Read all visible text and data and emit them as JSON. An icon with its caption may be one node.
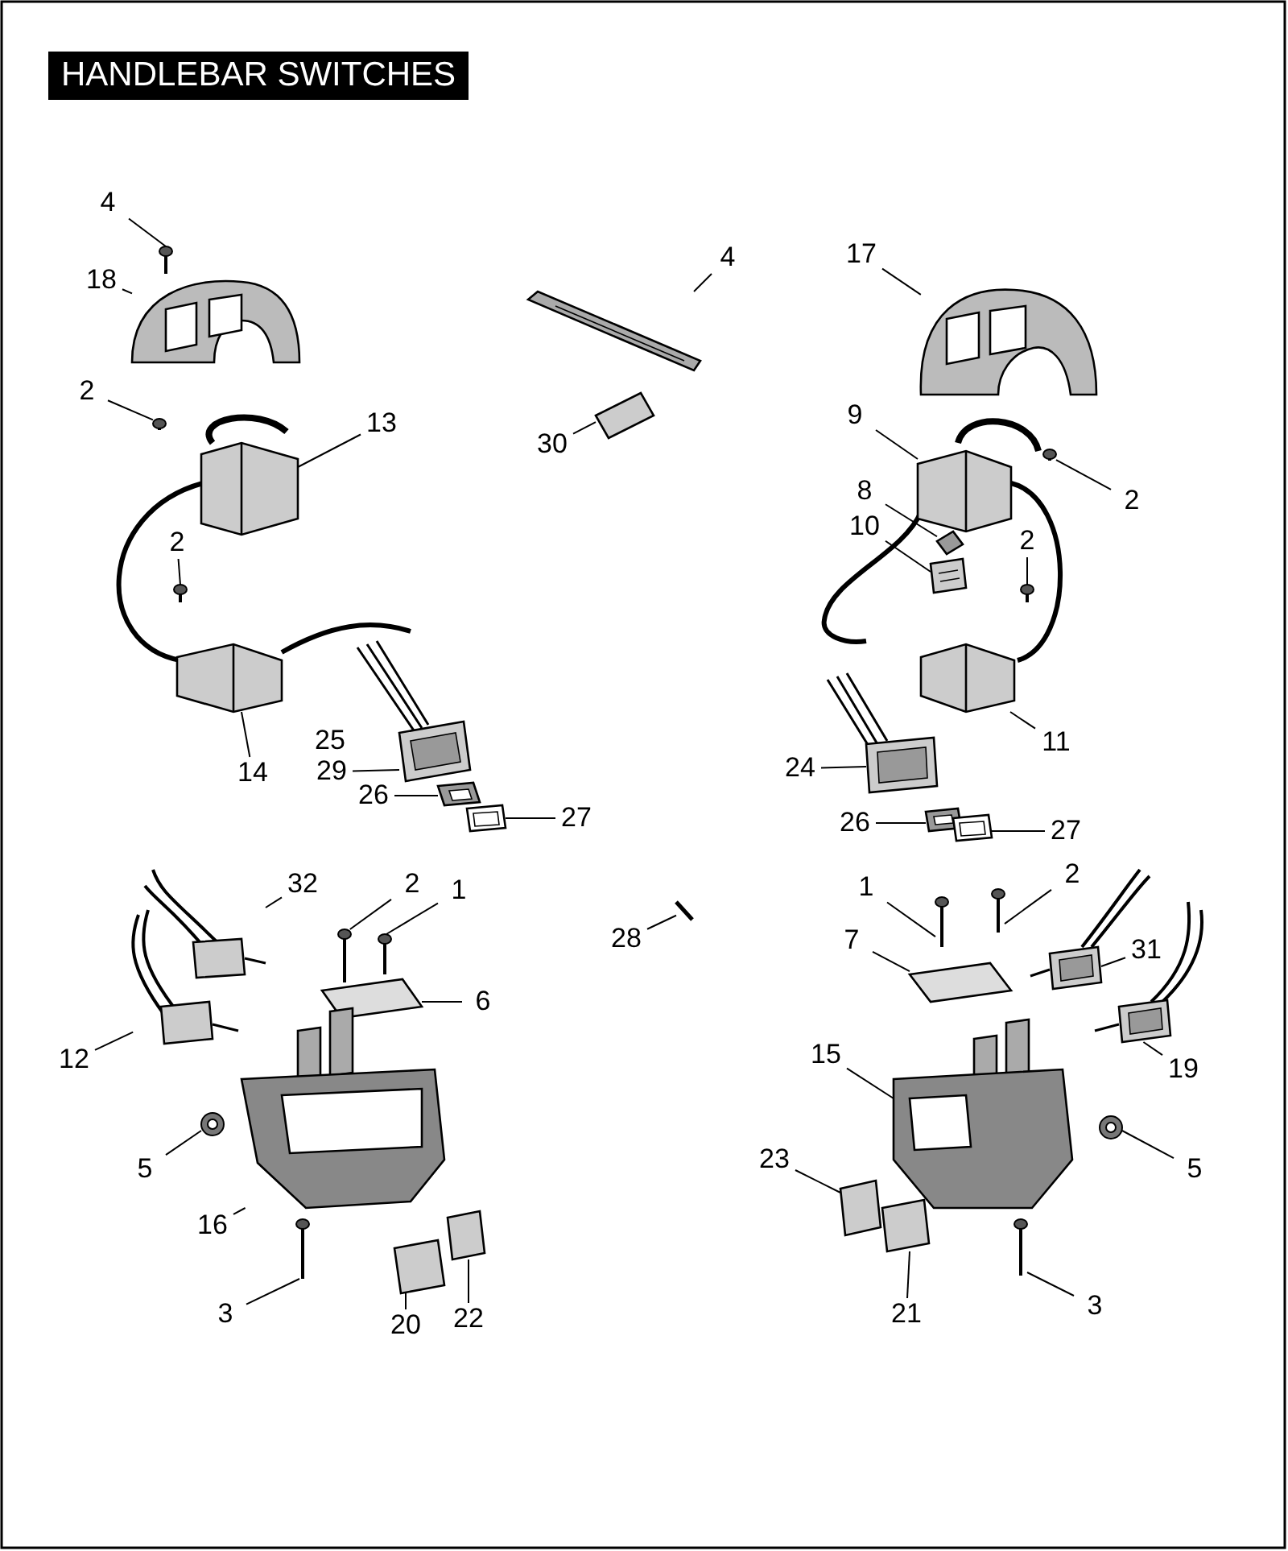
{
  "diagram": {
    "title": "HANDLEBAR SWITCHES",
    "nodes": [
      {
        "text": [
          "4"
        ]
      },
      {
        "text": [
          "18"
        ]
      },
      {
        "text": [
          "2"
        ]
      },
      {
        "text": [
          "13"
        ]
      },
      {
        "text": [
          "2"
        ]
      },
      {
        "text": [
          "14"
        ]
      },
      {
        "text": [
          "4"
        ]
      },
      {
        "text": [
          "30"
        ]
      },
      {
        "text": [
          "29"
        ]
      },
      {
        "text": [
          "26"
        ]
      },
      {
        "text": [
          "27"
        ]
      },
      {
        "text": [
          "17"
        ]
      },
      {
        "text": [
          "9"
        ]
      },
      {
        "text": [
          "2"
        ]
      },
      {
        "text": [
          "8"
        ]
      },
      {
        "text": [
          "10"
        ]
      },
      {
        "text": [
          "2"
        ]
      },
      {
        "text": [
          "11"
        ]
      },
      {
        "text": [
          "24"
        ]
      },
      {
        "text": [
          "26"
        ]
      },
      {
        "text": [
          "27"
        ]
      },
      {
        "text": [
          "32"
        ]
      },
      {
        "text": [
          "2"
        ]
      },
      {
        "text": [
          "1"
        ]
      },
      {
        "text": [
          "6"
        ]
      },
      {
        "text": [
          "28"
        ]
      },
      {
        "text": [
          "12"
        ]
      },
      {
        "text": [
          "5"
        ]
      },
      {
        "text": [
          "16"
        ]
      },
      {
        "text": [
          "3"
        ]
      },
      {
        "text": [
          "20"
        ]
      },
      {
        "text": [
          "22"
        ]
      },
      {
        "text": [
          "1"
        ]
      },
      {
        "text": [
          "2"
        ]
      },
      {
        "text": [
          "7"
        ]
      },
      {
        "text": [
          "31"
        ]
      },
      {
        "text": [
          "15"
        ]
      },
      {
        "text": [
          "19"
        ]
      },
      {
        "text": [
          "23"
        ]
      },
      {
        "text": [
          "5"
        ]
      },
      {
        "text": [
          "3"
        ]
      },
      {
        "text": [
          "21"
        ]
      },
      {
        "text": [],
        "shape": "picture"
      },
      {
        "text": [],
        "shape": "picture"
      },
      {
        "text": [],
        "shape": "picture"
      },
      {
        "text": [],
        "shape": "picture"
      },
      {
        "text": [],
        "shape": "picture"
      },
      {
        "text": [],
        "shape": "picture"
      },
      {
        "text": [],
        "shape": "picture"
      },
      {
        "text": [],
        "shape": "picture"
      },
      {
        "text": [],
        "shape": "picture"
      },
      {
        "text": [],
        "shape": "picture"
      },
      {
        "text": [],
        "shape": "picture"
      },
      {
        "text": [],
        "shape": "picture"
      },
      {
        "text": [],
        "shape": "picture"
      },
      {
        "text": [],
        "shape": "picture"
      },
      {
        "text": [],
        "shape": "picture"
      },
      {
        "text": [],
        "shape": "picture"
      },
      {
        "text": [],
        "shape": "picture"
      },
      {
        "text": [],
        "shape": "picture"
      },
      {
        "text": [],
        "shape": "picture"
      },
      {
        "text": [],
        "shape": "picture"
      },
      {
        "text": [],
        "shape": "picture"
      },
      {
        "text": [],
        "shape": "picture"
      },
      {
        "text": [],
        "shape": "picture"
      },
      {
        "text": [],
        "shape": "picture"
      },
      {
        "text": [],
        "shape": "picture"
      },
      {
        "text": [],
        "shape": "picture"
      },
      {
        "text": [],
        "shape": "picture"
      },
      {
        "text": [],
        "shape": "picture"
      },
      {
        "text": [],
        "shape": "picture"
      },
      {
        "text": [],
        "shape": "picture"
      },
      {
        "text": [],
        "shape": "picture"
      },
      {
        "text": [],
        "shape": "picture"
      },
      {
        "text": [],
        "shape": "picture"
      },
      {
        "text": [],
        "shape": "picture"
      },
      {
        "text": [],
        "shape": "picture"
      },
      {
        "text": [],
        "shape": "picture"
      },
      {
        "text": [],
        "shape": "picture"
      },
      {
        "text": [],
        "shape": "picture"
      },
      {
        "text": [],
        "shape": "picture"
      },
      {
        "text": [],
        "shape": "picture"
      },
      {
        "text": [],
        "shape": "picture"
      },
      {
        "text": [],
        "shape": "picture"
      }
    ],
    "edges": [
      {
        "from": 0,
        "to": 42,
        "arrow": "none"
      },
      {
        "from": 1,
        "to": 43,
        "arrow": "none"
      },
      {
        "from": 2,
        "to": 44,
        "arrow": "none"
      },
      {
        "from": 3,
        "to": 45,
        "arrow": "none"
      },
      {
        "from": 4,
        "to": 46,
        "arrow": "none"
      },
      {
        "from": 5,
        "to": 47,
        "arrow": "none"
      },
      {
        "from": 6,
        "to": 48,
        "arrow": "none"
      },
      {
        "from": 7,
        "to": 49,
        "arrow": "none"
      },
      {
        "from": 8,
        "to": 50,
        "arrow": "none"
      },
      {
        "from": 9,
        "to": 51,
        "arrow": "none"
      },
      {
        "from": 10,
        "to": 52,
        "arrow": "none"
      },
      {
        "from": 11,
        "to": 53,
        "arrow": "none"
      },
      {
        "from": 12,
        "to": 54,
        "arrow": "none"
      },
      {
        "from": 13,
        "to": 55,
        "arrow": "none"
      },
      {
        "from": 14,
        "to": 56,
        "arrow": "none"
      },
      {
        "from": 15,
        "to": 57,
        "arrow": "none"
      },
      {
        "from": 16,
        "to": 58,
        "arrow": "none"
      },
      {
        "from": 17,
        "to": 59,
        "arrow": "none"
      },
      {
        "from": 18,
        "to": 60,
        "arrow": "none"
      },
      {
        "from": 19,
        "to": 61,
        "arrow": "none"
      },
      {
        "from": 20,
        "to": 62,
        "arrow": "none"
      },
      {
        "from": 21,
        "to": 63,
        "arrow": "none"
      },
      {
        "from": 22,
        "to": 64,
        "arrow": "none"
      },
      {
        "from": 23,
        "to": 65,
        "arrow": "none"
      },
      {
        "from": 24,
        "to": 66,
        "arrow": "none"
      },
      {
        "from": 25,
        "to": 67,
        "arrow": "none"
      },
      {
        "from": 26,
        "to": 68,
        "arrow": "none"
      },
      {
        "from": 27,
        "to": 69,
        "arrow": "none"
      },
      {
        "from": 28,
        "to": 70,
        "arrow": "none"
      },
      {
        "from": 29,
        "to": 71,
        "arrow": "none"
      },
      {
        "from": 30,
        "to": 72,
        "arrow": "none"
      },
      {
        "from": 31,
        "to": 73,
        "arrow": "none"
      },
      {
        "from": 32,
        "to": 74,
        "arrow": "none"
      },
      {
        "from": 33,
        "to": 75,
        "arrow": "none"
      },
      {
        "from": 34,
        "to": 76,
        "arrow": "none"
      },
      {
        "from": 35,
        "to": 77,
        "arrow": "none"
      },
      {
        "from": 36,
        "to": 78,
        "arrow": "none"
      },
      {
        "from": 37,
        "to": 79,
        "arrow": "none"
      },
      {
        "from": 38,
        "to": 80,
        "arrow": "none"
      },
      {
        "from": 39,
        "to": 81,
        "arrow": "none"
      },
      {
        "from": 40,
        "to": 82,
        "arrow": "none"
      },
      {
        "from": 41,
        "to": 83,
        "arrow": "none"
      }
    ],
    "labels": [
      "25"
    ]
  }
}
